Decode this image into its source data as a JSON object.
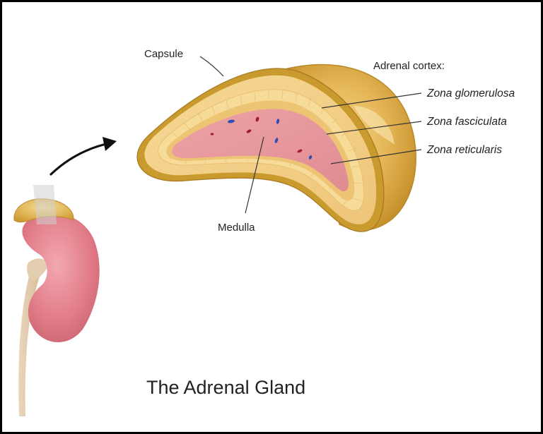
{
  "labels": {
    "capsule": "Capsule",
    "adrenal_cortex": "Adrenal cortex:",
    "zona_glomerulosa": "Zona glomerulosa",
    "zona_fasciculata": "Zona fasciculata",
    "zona_reticularis": "Zona reticularis",
    "medulla": "Medulla"
  },
  "title": "The Adrenal Gland",
  "colors": {
    "capsule_gold": "#c99a2e",
    "cortex_tan": "#f1cf86",
    "fasciculata_yellow": "#f6d992",
    "medulla_pink": "#e89ca0",
    "kidney_pink": "#e07b86",
    "vessel_blue": "#2c4fb5",
    "vessel_red": "#a3202a"
  },
  "icons": {
    "pointer": "curved-arrow-icon",
    "organ": "kidney-icon"
  }
}
